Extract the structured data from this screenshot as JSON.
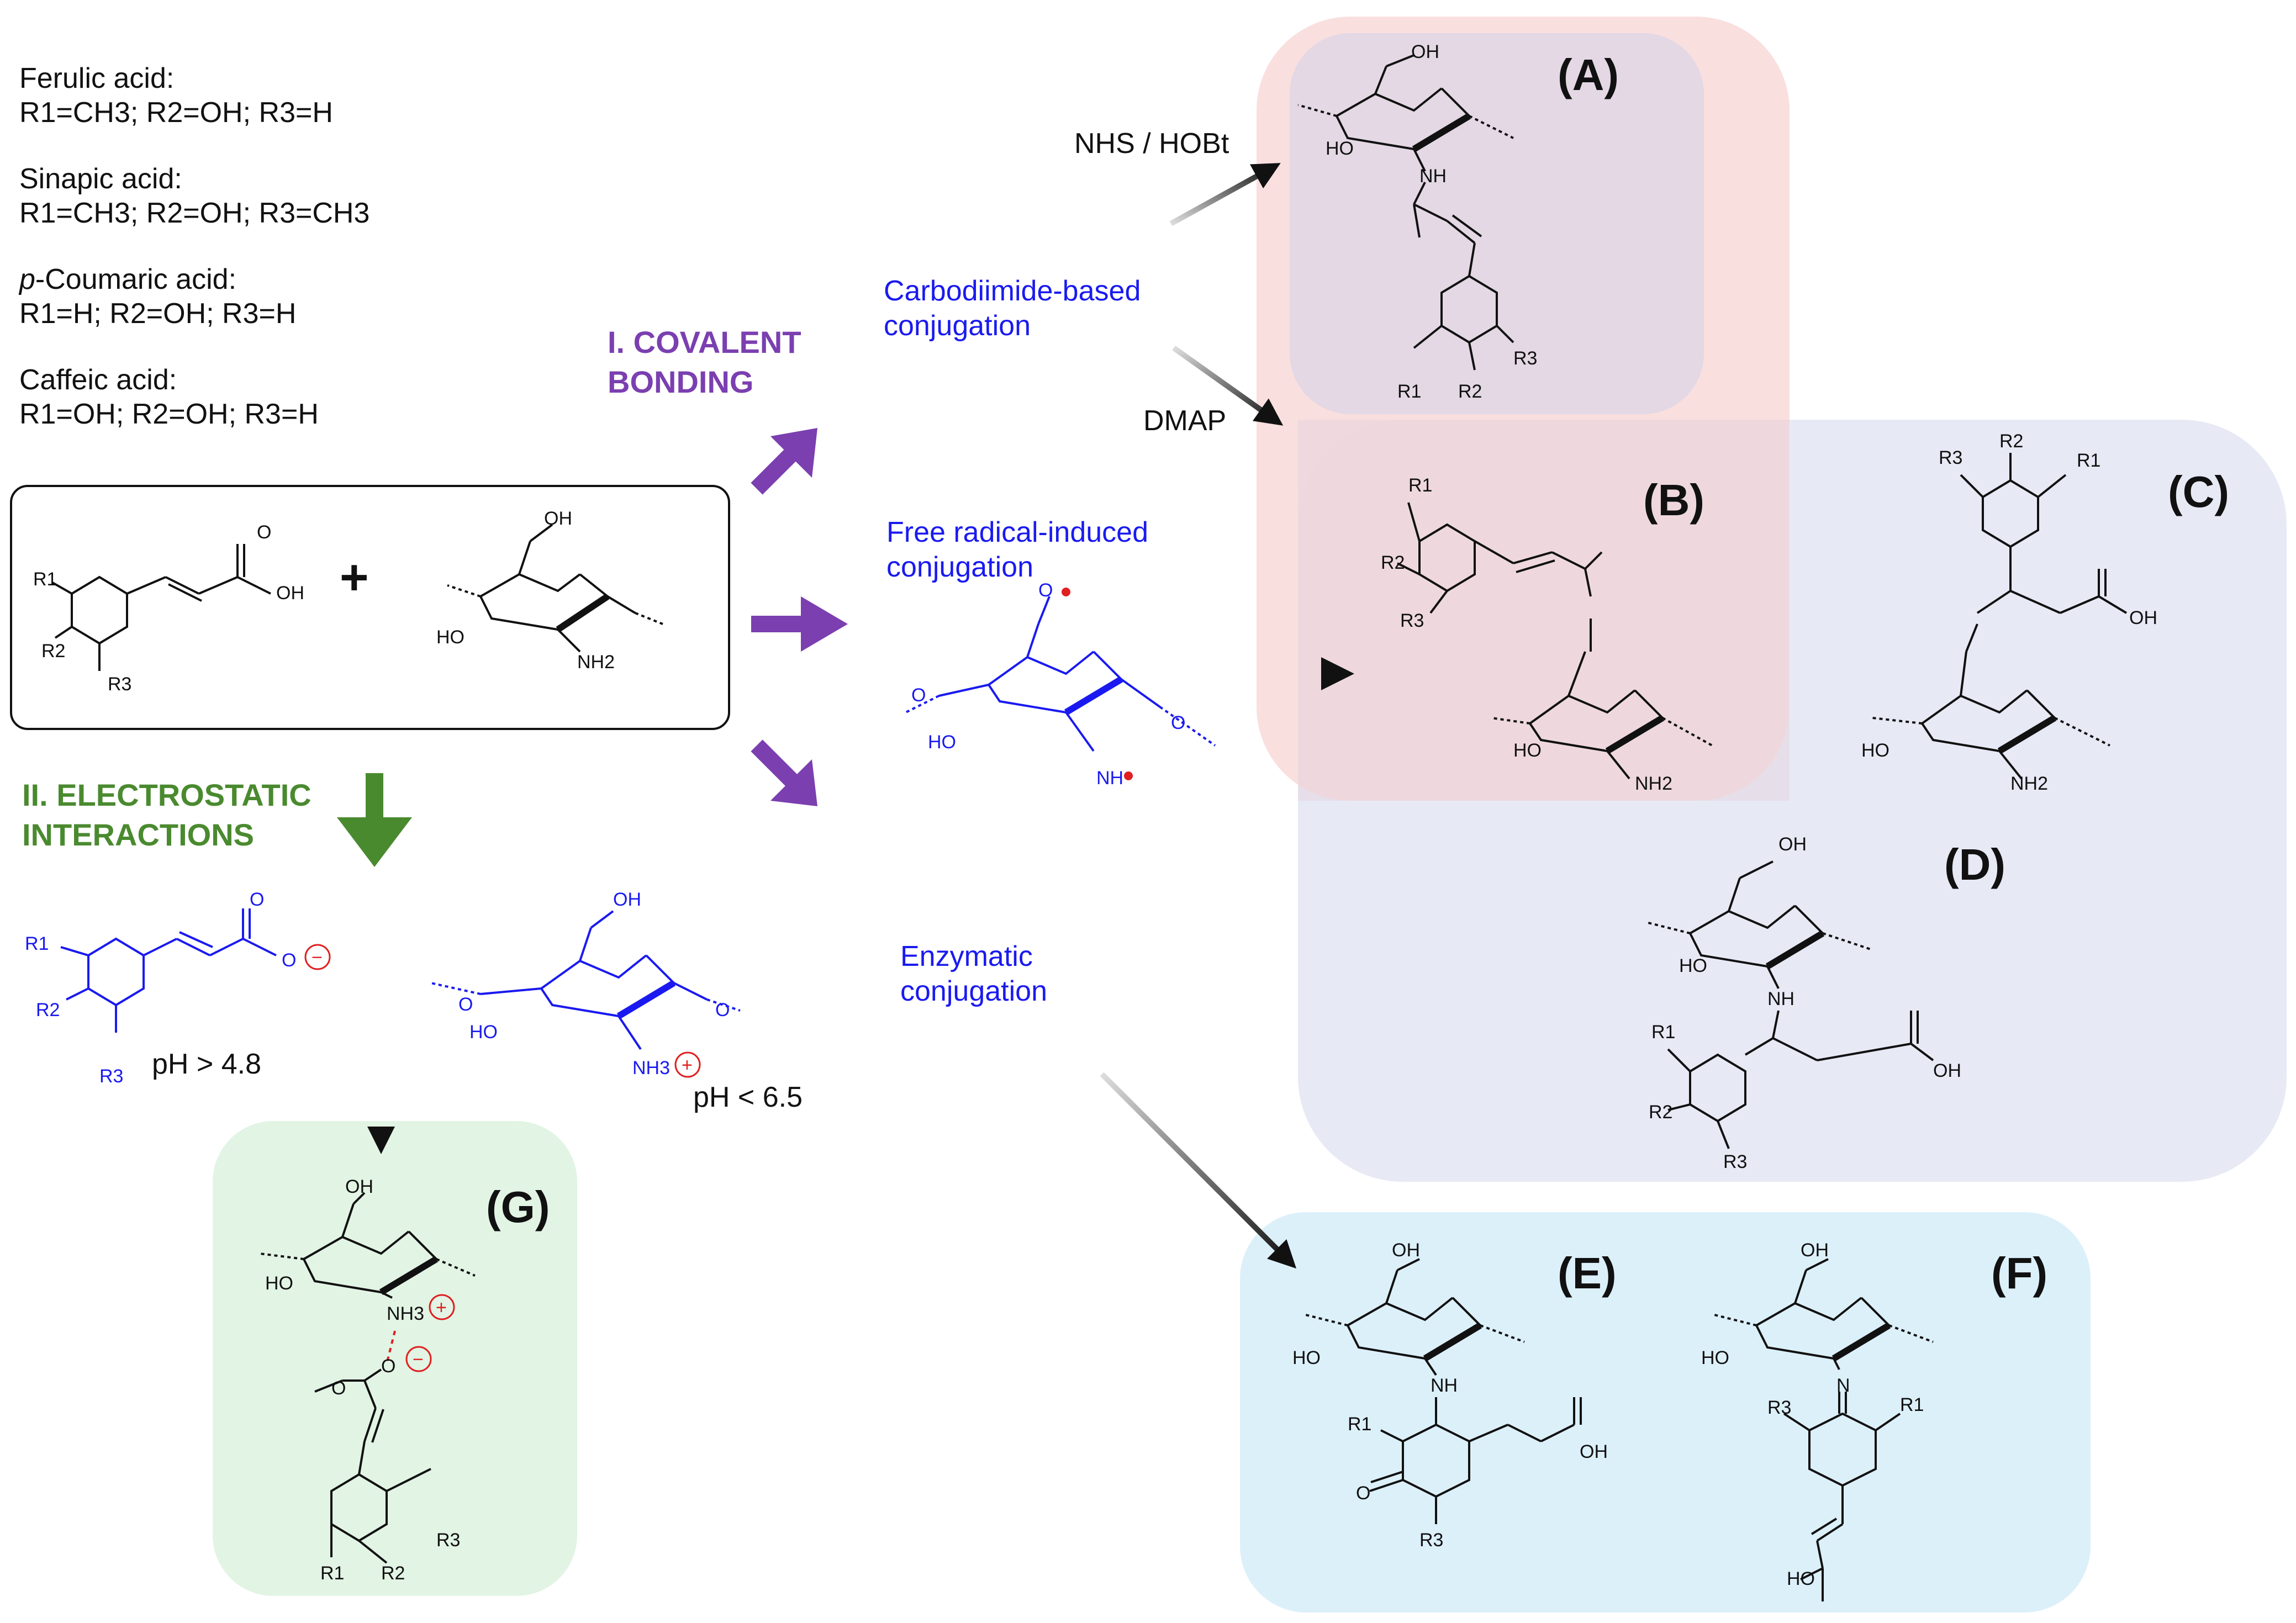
{
  "acids": [
    {
      "name": "Ferulic acid:",
      "subs": [
        "R1=CH3;",
        "R2=OH;",
        "R3=H"
      ]
    },
    {
      "name": "Sinapic acid:",
      "subs": [
        "R1=CH3;",
        "R2=OH;",
        "R3=CH3"
      ]
    },
    {
      "name_italic": "p",
      "name": "-Coumaric acid:",
      "subs": [
        "R1=H;",
        "R2=OH;",
        "R3=H"
      ]
    },
    {
      "name": "Caffeic acid:",
      "subs": [
        "R1=OH;",
        "R2=OH;",
        "R3=H"
      ]
    }
  ],
  "sections": {
    "covalent_line1": "I. COVALENT",
    "covalent_line2": "BONDING",
    "electro_line1": "II. ELECTROSTATIC",
    "electro_line2": "INTERACTIONS"
  },
  "methods": {
    "carbodiimide_line1": "Carbodiimide-based",
    "carbodiimide_line2": "conjugation",
    "radical_line1": "Free radical-induced",
    "radical_line2": "conjugation",
    "enzymatic_line1": "Enzymatic",
    "enzymatic_line2": "conjugation"
  },
  "reagents": {
    "top": "NHS / HOBt",
    "bottom": "DMAP"
  },
  "ph": {
    "acid": "pH > 4.8",
    "chitosan": "pH < 6.5"
  },
  "reactant_plus": "+",
  "product_letters": [
    "(A)",
    "(B)",
    "(C)",
    "(D)",
    "(E)",
    "(F)",
    "(G)"
  ],
  "atom_labels": {
    "oh": "OH",
    "o": "O",
    "nh": "NH",
    "nh2": "NH2",
    "nh3": "NH3",
    "n": "N",
    "ho": "HO",
    "r1": "R1",
    "r2": "R2",
    "r3": "R3",
    "plus": "+",
    "minus": "−"
  },
  "colors": {
    "covalent_purple": "#7b3fb0",
    "electro_green": "#4a8a2f",
    "method_blue": "#1a1af0",
    "box_pink": "#fadcdc",
    "box_lavender": "#e7eaf5",
    "box_cyan": "#dcf0fa",
    "box_green": "#e2f4e4",
    "charge_red": "#e02020"
  }
}
